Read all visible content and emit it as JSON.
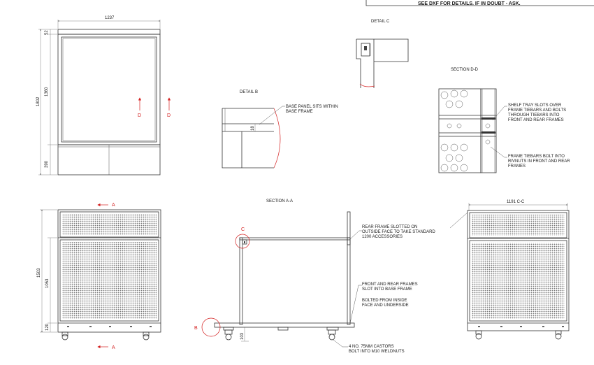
{
  "title_block": {
    "note": "SEE DXF FOR DETAILS.   IF IN DOUBT - ASK."
  },
  "elevation": {
    "dims": {
      "width": "1237",
      "top": "52",
      "middle": "1360",
      "bottom": "390",
      "total": "1802"
    },
    "section_marks": {
      "left": "D",
      "right": "D"
    }
  },
  "detail_b": {
    "title": "DETAIL B",
    "dim": "18",
    "note": [
      "BASE PANEL SITS WITHIN",
      "BASE FRAME"
    ]
  },
  "detail_c": {
    "title": "DETAIL C"
  },
  "section_dd": {
    "title": "SECTION D-D",
    "note1": [
      "SHELF TRAY SLOTS OVER",
      "FRAME TIEBARS AND BOLTS",
      "THROUGH TIEBARS INTO",
      "FRONT AND REAR FRAMES"
    ],
    "note2": [
      "FRAME TIEBARS BOLT INTO",
      "RIVNUTS IN FRONT AND REAR",
      "FRAMES"
    ]
  },
  "front_view": {
    "dims": {
      "total": "1503",
      "middle": "1053",
      "bottom": "120"
    },
    "section_marks": {
      "top": "A",
      "bottom": "A"
    }
  },
  "section_aa": {
    "title": "SECTION A-A",
    "callout_c": "C",
    "callout_b": "B",
    "dim": "103",
    "note_rear": [
      "REAR FRAME SLOTTED ON",
      "OUTSIDE FACE TO TAKE STANDARD",
      "1200 ACCESSORIES"
    ],
    "note_frames": [
      "FRONT AND REAR FRAMES",
      "SLOT INTO BASE FRAME"
    ],
    "note_bolted": [
      "BOLTED FROM INSIDE",
      "FACE AND UNDERSIDE"
    ],
    "note_castors": [
      "4 NO. 75MM CASTORS",
      "BOLT INTO M10 WELDNUTS"
    ]
  },
  "side_view": {
    "dim": "1191 C-C"
  }
}
